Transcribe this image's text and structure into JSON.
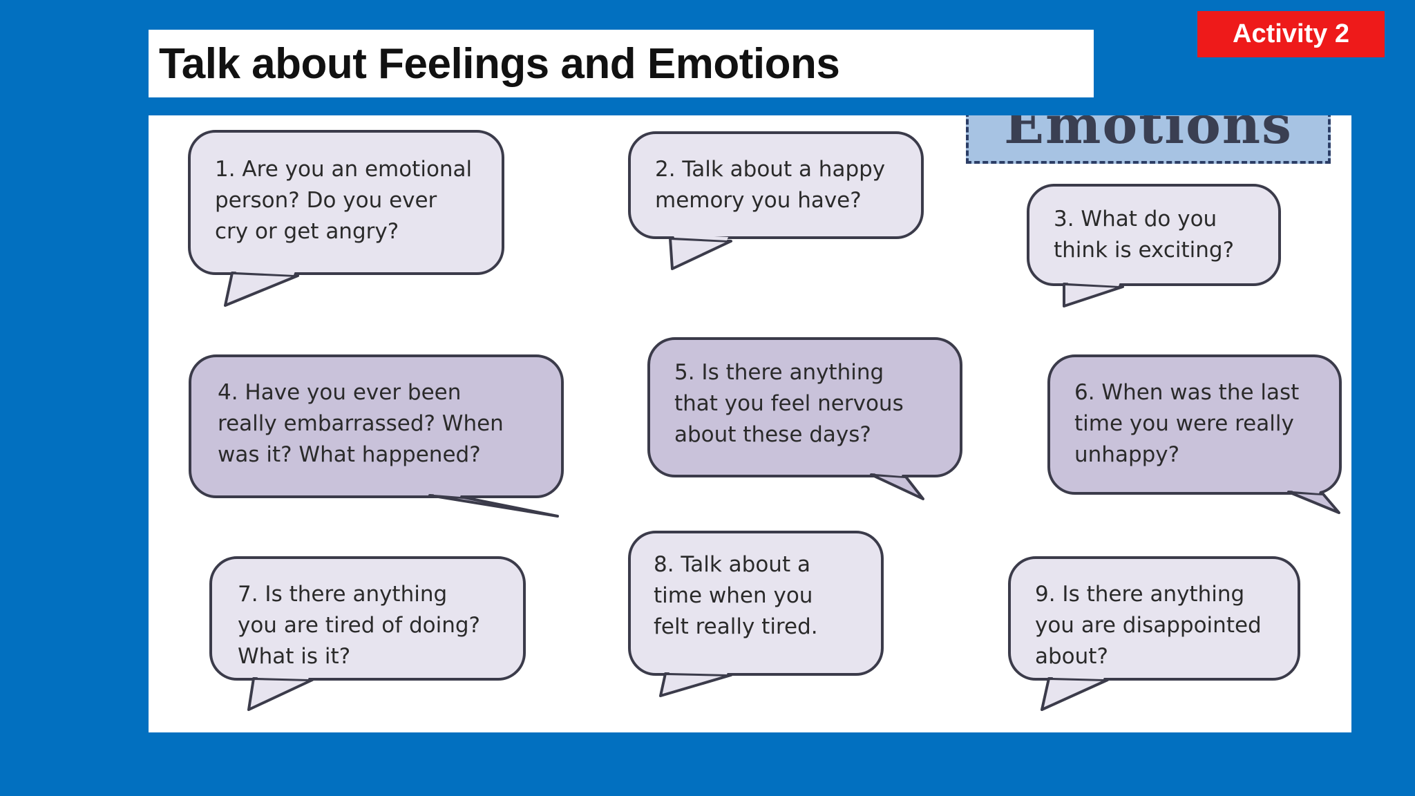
{
  "header": {
    "title": "Talk about Feelings and Emotions",
    "activity_badge": "Activity 2"
  },
  "worksheet": {
    "banner": "Emotions",
    "bubble_fill_light": "#e7e4ef",
    "bubble_fill_dark": "#c9c2da",
    "bubbles": [
      {
        "lines": [
          "1. Are you an emotional",
          "person? Do you ever",
          "cry or get angry?"
        ]
      },
      {
        "lines": [
          "2. Talk about a happy",
          "memory you have?"
        ]
      },
      {
        "lines": [
          "3. What do you",
          "think is exciting?"
        ]
      },
      {
        "lines": [
          "4. Have you ever been",
          "really embarrassed? When",
          "was it? What happened?"
        ]
      },
      {
        "lines": [
          "5. Is there anything",
          "that you feel nervous",
          "about these days?"
        ]
      },
      {
        "lines": [
          "6. When was the last",
          "time you were really",
          "unhappy?"
        ]
      },
      {
        "lines": [
          "7. Is there anything",
          "you are tired of doing?",
          "What is it?"
        ]
      },
      {
        "lines": [
          "8. Talk about a",
          "time when you",
          "felt really tired."
        ]
      },
      {
        "lines": [
          "9. Is there anything",
          "you are disappointed",
          "about?"
        ]
      }
    ]
  },
  "colors": {
    "background": "#0270c0",
    "badge": "#ee1a1a",
    "bubble_stroke": "#3b3b4a"
  }
}
